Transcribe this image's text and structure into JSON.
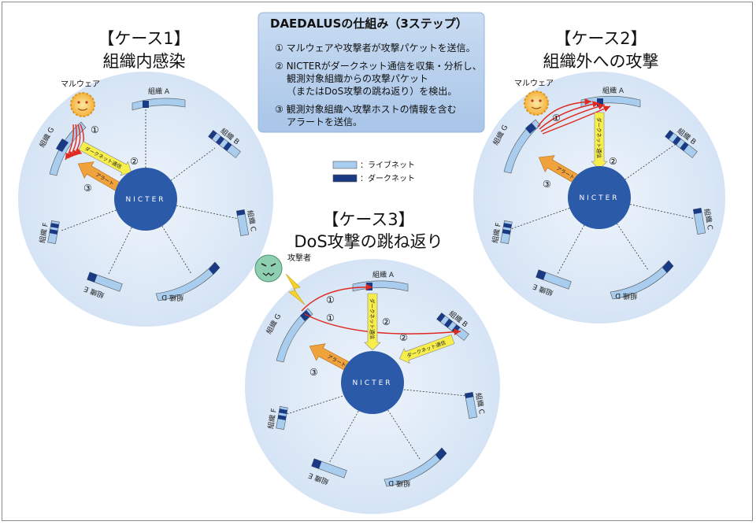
{
  "panel": {
    "title": "DAEDALUSの仕組み（3ステップ）",
    "steps": [
      "① マルウェアや攻撃者が攻撃パケットを送信。",
      "② NICTERがダークネット通信を収集・分析し、",
      "観測対象組織からの攻撃パケット",
      "（またはDoS攻撃の跳ね返り）を検出。",
      "③ 観測対象組織へ攻撃ホストの情報を含む",
      "アラートを送信。"
    ]
  },
  "legend": {
    "live": "：ライブネット",
    "dark": "：ダークネット"
  },
  "center_label": "NICTER",
  "arrow_labels": {
    "darknet_traffic": "ダークネット通信",
    "alert": "アラート"
  },
  "actors": {
    "malware": "マルウェア",
    "attacker": "攻撃者"
  },
  "step_numbers": [
    "①",
    "②",
    "③"
  ],
  "cases": [
    {
      "title": "【ケース1】",
      "subtitle": "組織内感染",
      "orgs": [
        "組織 A",
        "組織 B",
        "組織 C",
        "組織 D",
        "組織 E",
        "組織 F",
        "組織 G"
      ]
    },
    {
      "title": "【ケース2】",
      "subtitle": "組織外への攻撃",
      "orgs": [
        "組織 A",
        "組織 B",
        "組織 C",
        "組織 D",
        "組織 E",
        "組織 F",
        "組織 G"
      ]
    },
    {
      "title": "【ケース3】",
      "subtitle": "DoS攻撃の跳ね返り",
      "orgs": [
        "組織 A",
        "組織 B",
        "組織 C",
        "組織 D",
        "組織 E",
        "組織 F",
        "組織 G"
      ]
    }
  ],
  "colors": {
    "circle_bg": "#dce9f7",
    "nicter": "#2b5aa8",
    "live": "#a9cdee",
    "dark": "#1a3a84",
    "alert": "#f0a23c",
    "traffic": "#f7ee4c",
    "attack": "#e0281e",
    "panel": "#b8d1ee"
  }
}
